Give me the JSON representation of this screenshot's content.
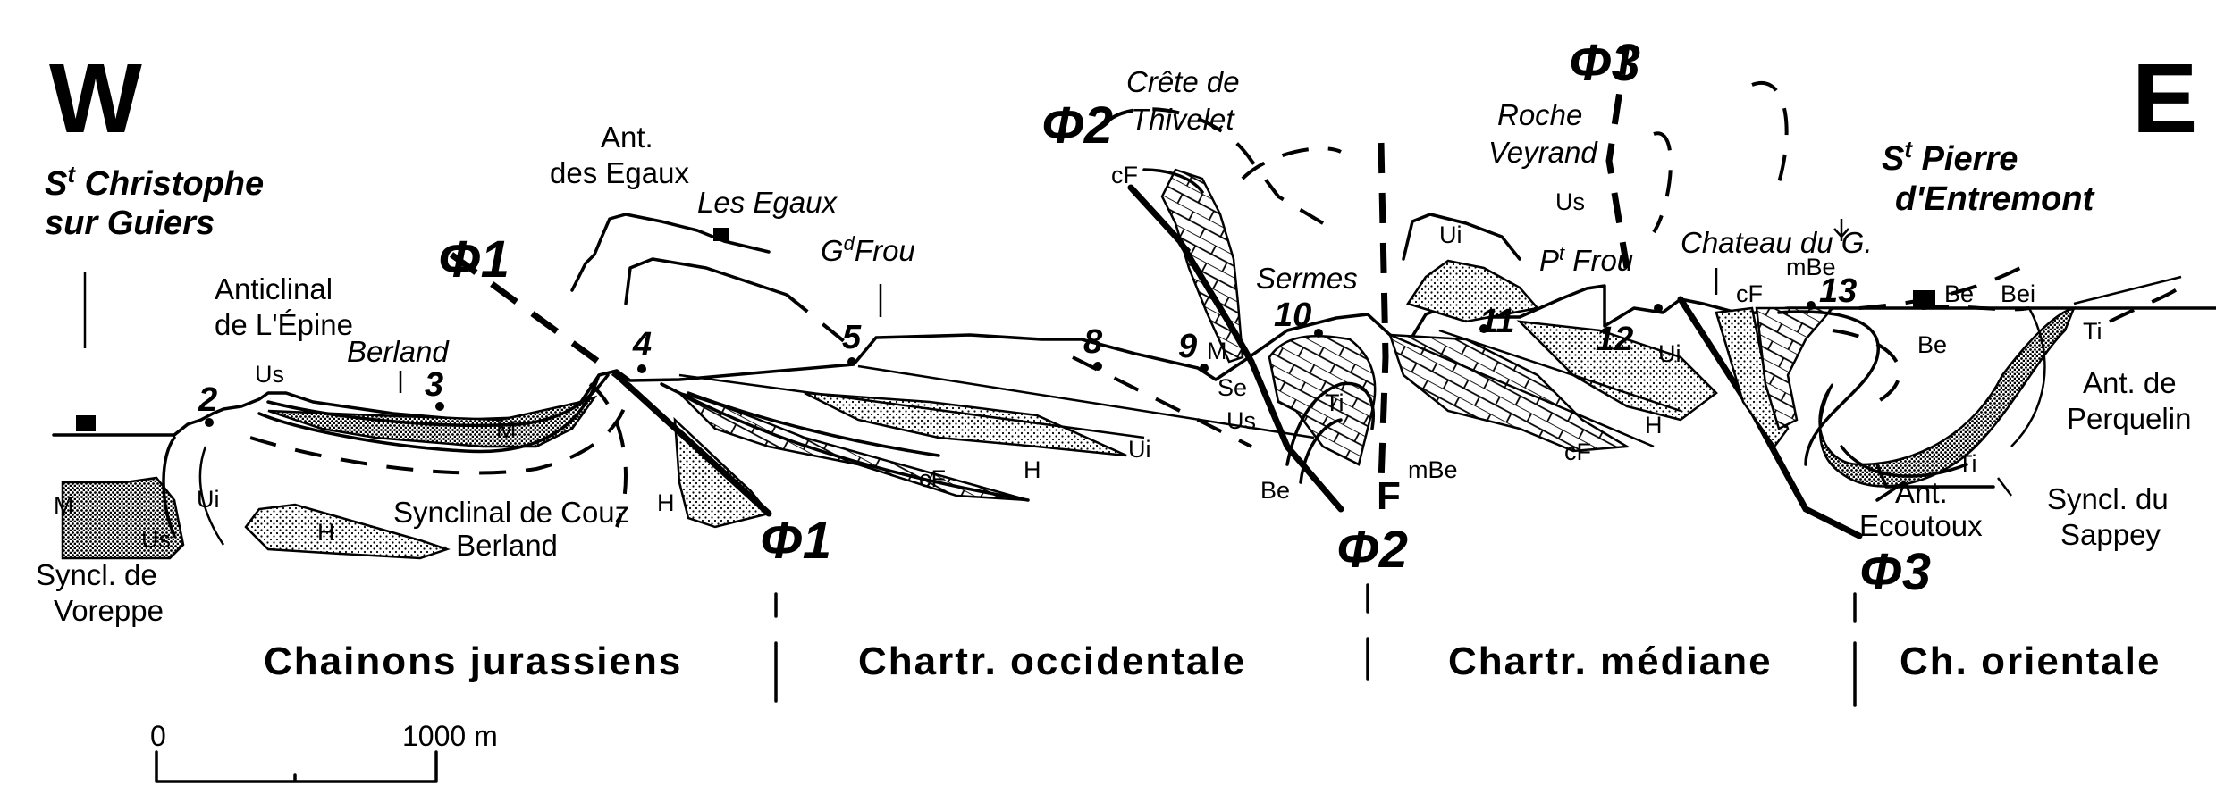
{
  "orientation": {
    "west": "W",
    "east": "E"
  },
  "places": {
    "st_christophe_1": "S",
    "st_christophe_sup": "t",
    "st_christophe_2": " Christophe",
    "st_christophe_3": "sur  Guiers",
    "st_pierre_1": "S",
    "st_pierre_sup": "t",
    "st_pierre_2": " Pierre",
    "st_pierre_3": "d'Entremont",
    "les_egaux": "Les Egaux",
    "gd_frou_g": "G",
    "gd_frou_sup": "d",
    "gd_frou_rest": "Frou",
    "berland": "Berland",
    "crete_1": "Crête de",
    "crete_2": "Thivelet",
    "sermes": "Sermes",
    "roche_1": "Roche",
    "roche_2": "Veyrand",
    "pt_frou_p": "P",
    "pt_frou_sup": "t",
    "pt_frou_rest": " Frou",
    "chateau": "Chateau du G."
  },
  "structures": {
    "ant_egaux_1": "Ant.",
    "ant_egaux_2": "des Egaux",
    "anticlinal_1": "Anticlinal",
    "anticlinal_2": "de L'Épine",
    "synclinal_1": "Synclinal de Couz",
    "synclinal_2": "- Berland",
    "syncl_voreppe_1": "Syncl. de",
    "syncl_voreppe_2": "Voreppe",
    "ant_perquelin_1": "Ant. de",
    "ant_perquelin_2": "Perquelin",
    "syncl_sappey_1": "Syncl. du",
    "syncl_sappey_2": "Sappey",
    "ant_ecoutoux_1": "Ant.",
    "ant_ecoutoux_2": "Ecoutoux"
  },
  "faults": {
    "phi1": "Φ1",
    "phi2": "Φ2",
    "phi3": "Φ3",
    "f": "F"
  },
  "points": [
    "2",
    "3",
    "4",
    "5",
    "8",
    "9",
    "10",
    "11",
    "12",
    "13"
  ],
  "units": {
    "us": "Us",
    "ui": "Ui",
    "m": "M",
    "h": "H",
    "cf": "cF",
    "be": "Be",
    "bei": "Bei",
    "ti": "Ti",
    "mbe": "mBe",
    "se": "Se"
  },
  "zones": {
    "z1": "Chainons  jurassiens",
    "z2": "Chartr. occidentale",
    "z3": "Chartr. médiane",
    "z4": "Ch. orientale"
  },
  "scale": {
    "start": "0",
    "end": "1000 m"
  }
}
